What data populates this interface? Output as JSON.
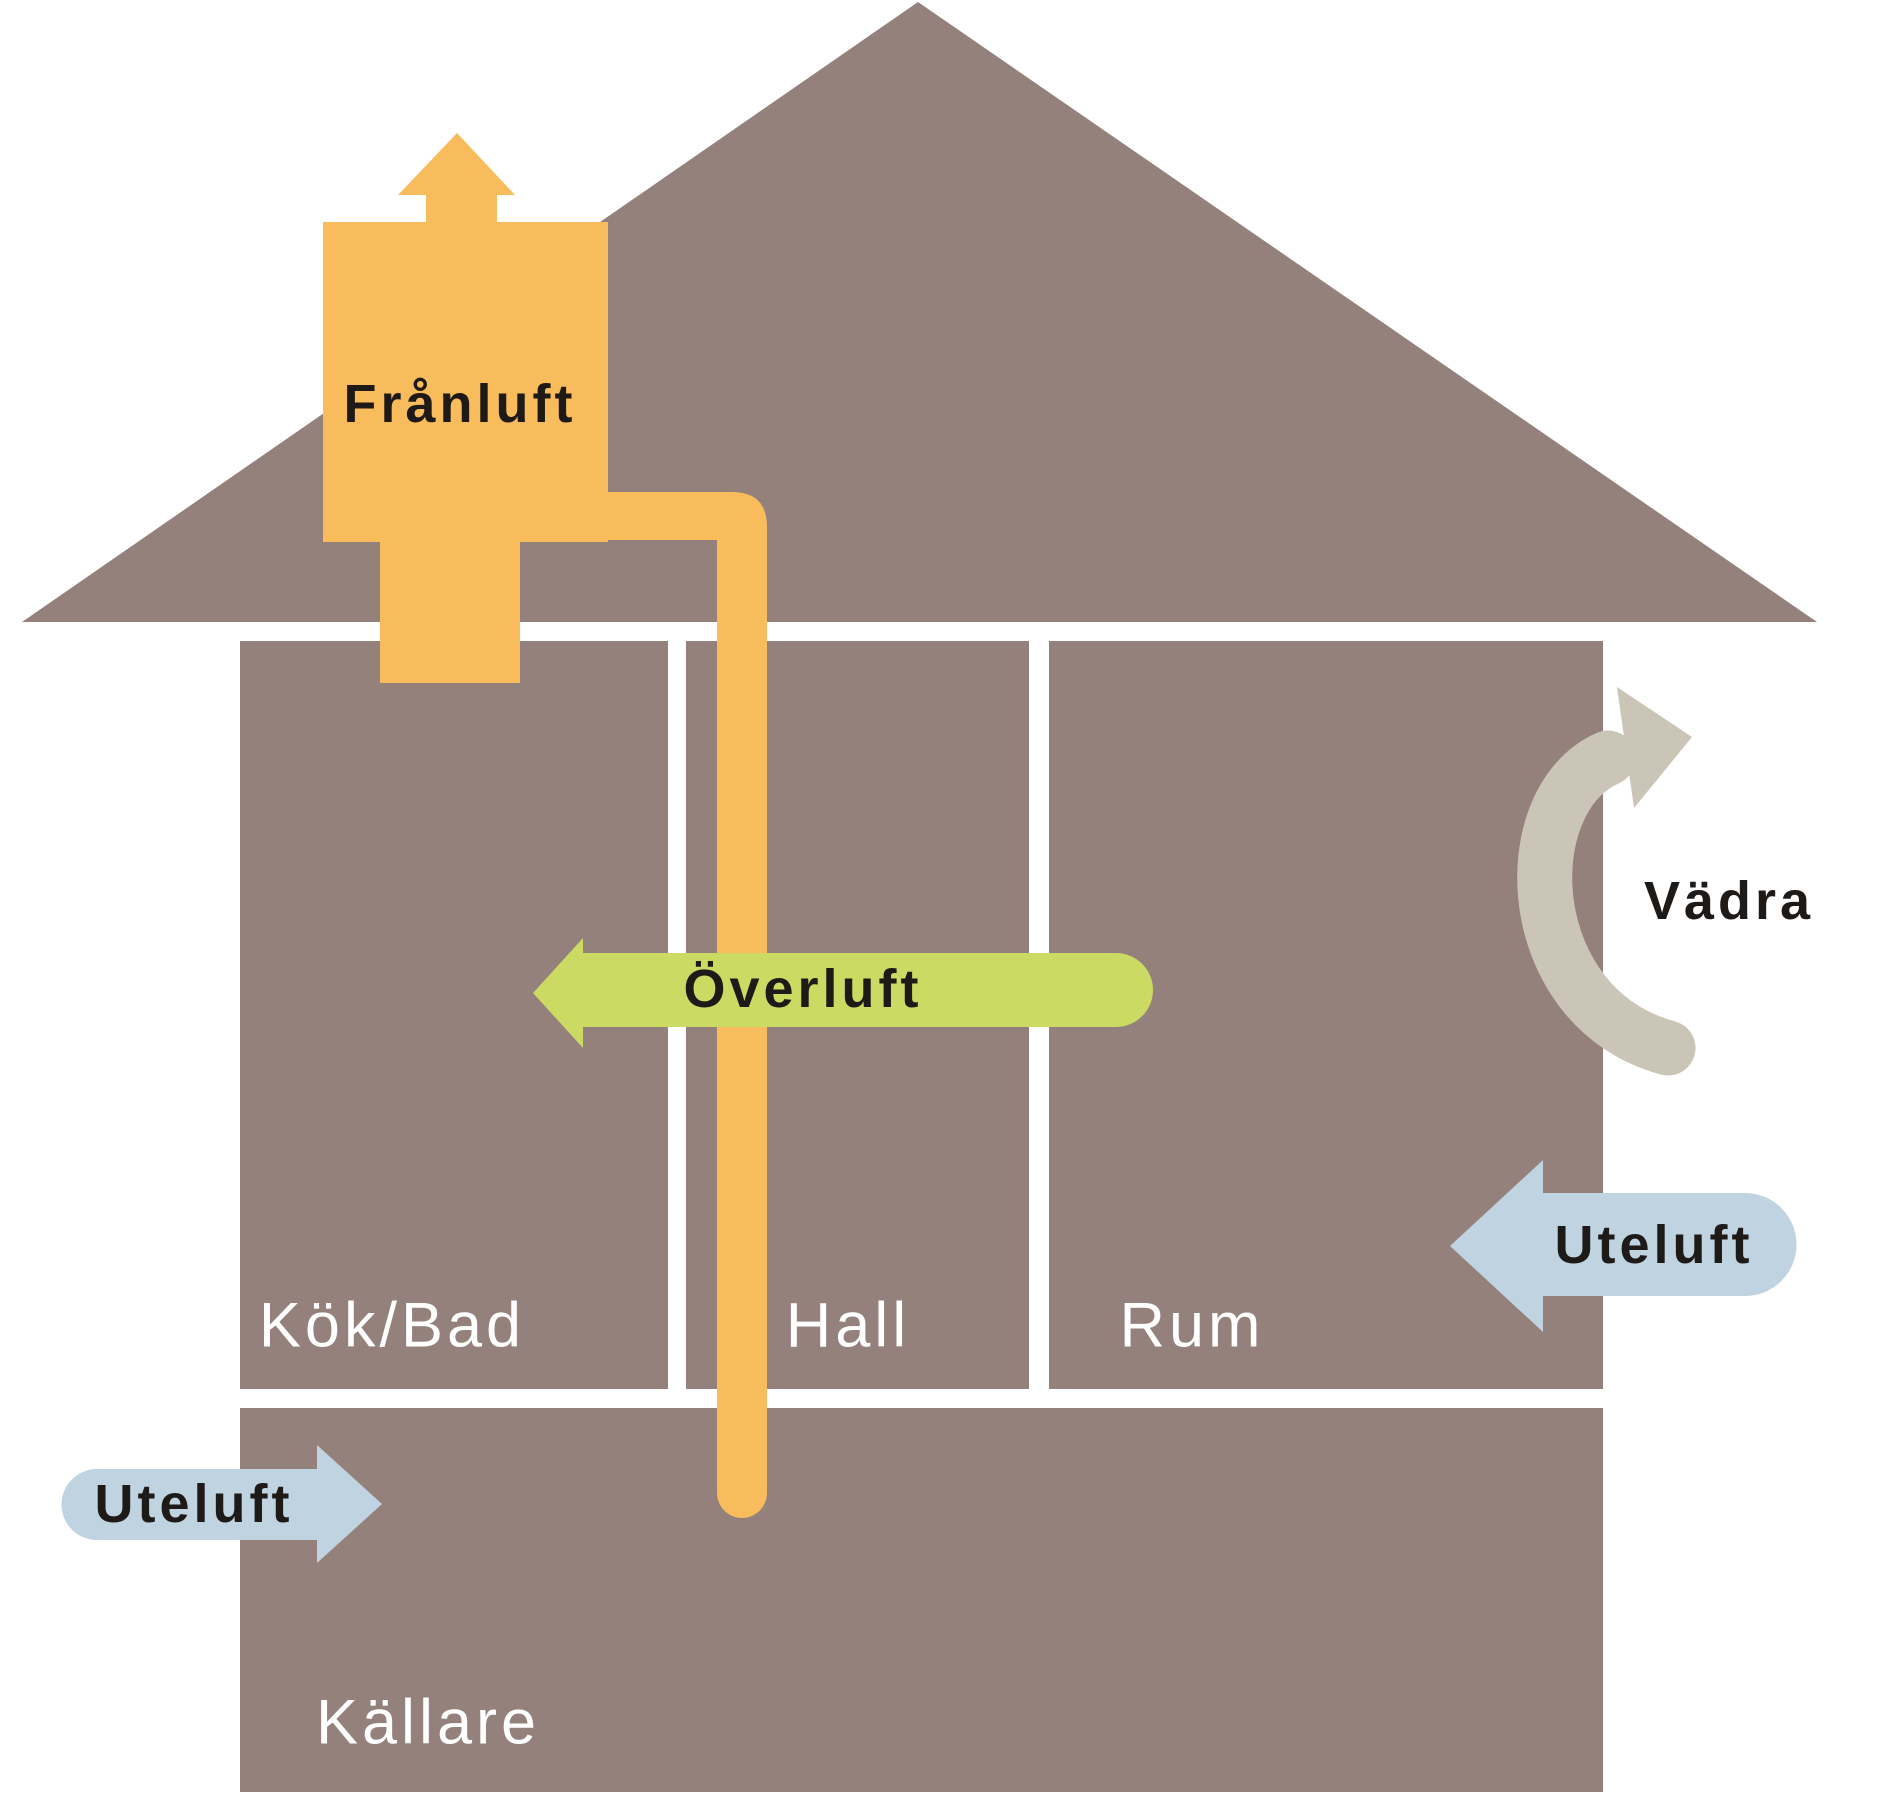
{
  "diagram": {
    "labels": {
      "franluft": "Frånluft",
      "overluft": "Överluft",
      "vadra": "Vädra",
      "uteluft_right": "Uteluft",
      "uteluft_left": "Uteluft",
      "room_kitchen_bath": "Kök/Bad",
      "room_hall": "Hall",
      "room_living": "Rum",
      "room_basement": "Källare"
    },
    "colors": {
      "house": "#94817B",
      "exhaust_orange": "#F8BC5C",
      "transfer_green": "#CBDA63",
      "outdoor_blue": "#BFD3E0",
      "airing_gray": "#CBC5B8",
      "label_dark": "#1E1A17",
      "label_light": "#FFFFFF"
    }
  }
}
